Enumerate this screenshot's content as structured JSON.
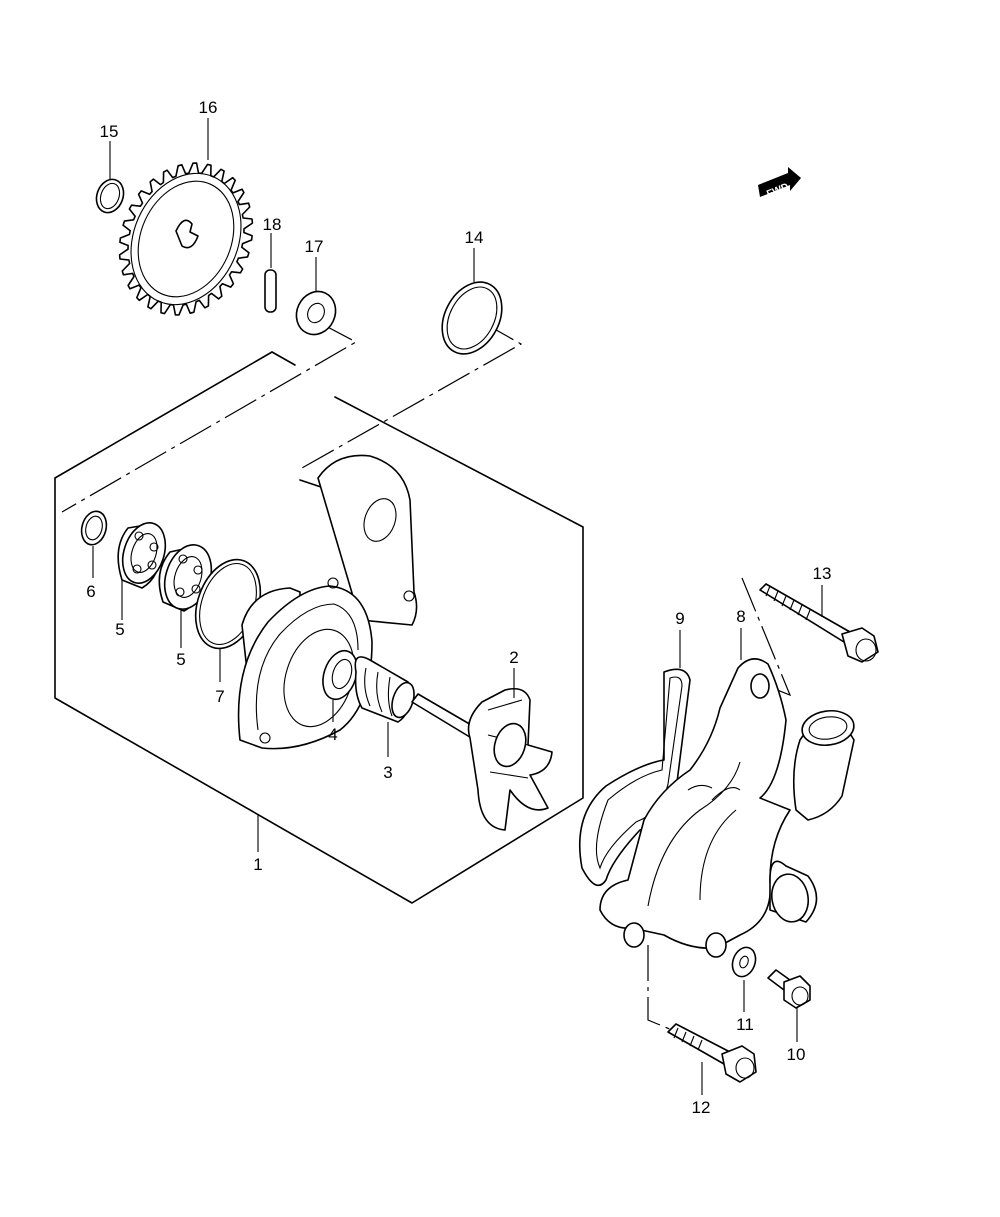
{
  "fwd_badge": {
    "text": "FWD",
    "icon": "fwd-arrow-icon"
  },
  "callouts": {
    "c1": "1",
    "c2": "2",
    "c3": "3",
    "c4": "4",
    "c5a": "5",
    "c5b": "5",
    "c6": "6",
    "c7": "7",
    "c8": "8",
    "c9": "9",
    "c10": "10",
    "c11": "11",
    "c12": "12",
    "c13": "13",
    "c14": "14",
    "c15": "15",
    "c16": "16",
    "c17": "17",
    "c18": "18"
  }
}
